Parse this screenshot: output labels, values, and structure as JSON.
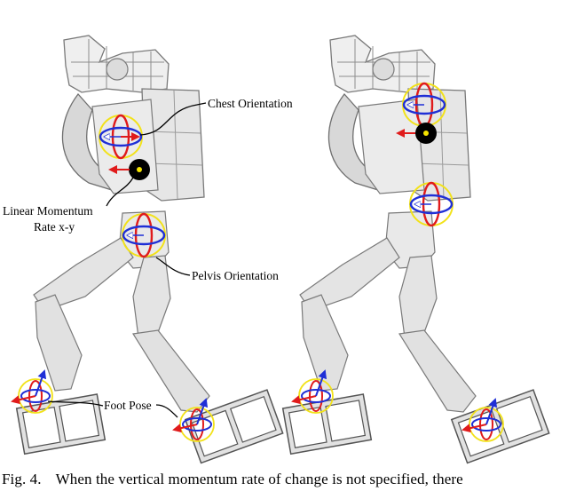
{
  "labels": {
    "chest_orientation": "Chest Orientation",
    "linear_momentum_line1": "Linear Momentum",
    "linear_momentum_line2": "Rate x-y",
    "pelvis_orientation": "Pelvis Orientation",
    "foot_pose": "Foot Pose"
  },
  "caption": {
    "figure_label": "Fig. 4.",
    "text": "When the vertical momentum rate of change is not specified, there"
  },
  "colors": {
    "robot_body": "#e6e6e6",
    "robot_outline": "#7a7a7a",
    "ring_yellow": "#f2e21a",
    "ring_red": "#e01b1b",
    "ring_blue": "#1f2fd6",
    "momentum_dot": "#000000",
    "momentum_center": "#f5e400",
    "foot_frame": "#555555"
  }
}
